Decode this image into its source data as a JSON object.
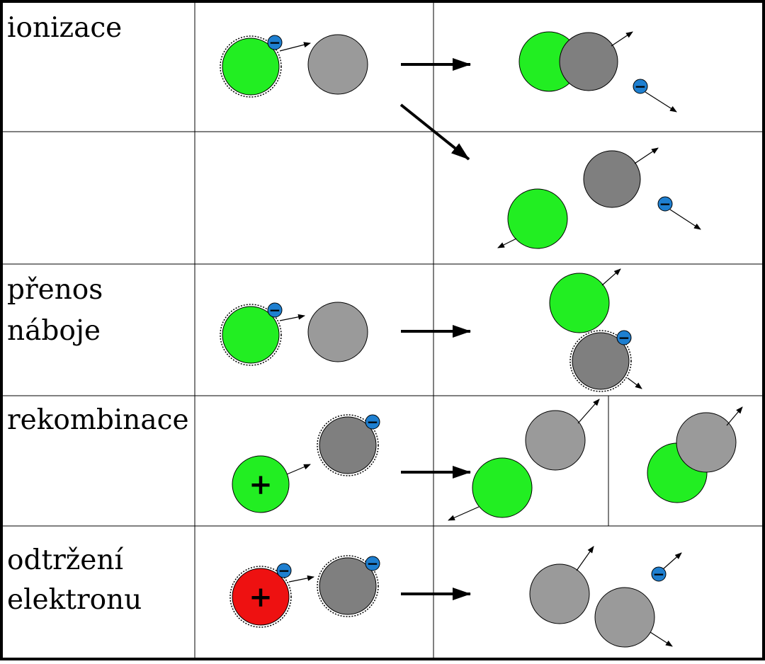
{
  "rows": [
    {
      "id": "ionization",
      "label_lines": [
        "ionizace"
      ]
    },
    {
      "id": "ionization-cont",
      "label_lines": []
    },
    {
      "id": "charge-transfer",
      "label_lines": [
        "přenos",
        "náboje"
      ]
    },
    {
      "id": "recombination",
      "label_lines": [
        "rekombinace"
      ]
    },
    {
      "id": "detachment",
      "label_lines": [
        "odtržení",
        "elektronu"
      ]
    }
  ],
  "symbols": {
    "electron": "−",
    "positive_ion": "+"
  },
  "colors": {
    "green_atom": "#22ee22",
    "light_gray_atom": "#9a9a9a",
    "dark_gray_atom": "#7f7f7f",
    "red_atom": "#ee1111",
    "electron": "#1e7fd0",
    "grid": "#000000"
  }
}
